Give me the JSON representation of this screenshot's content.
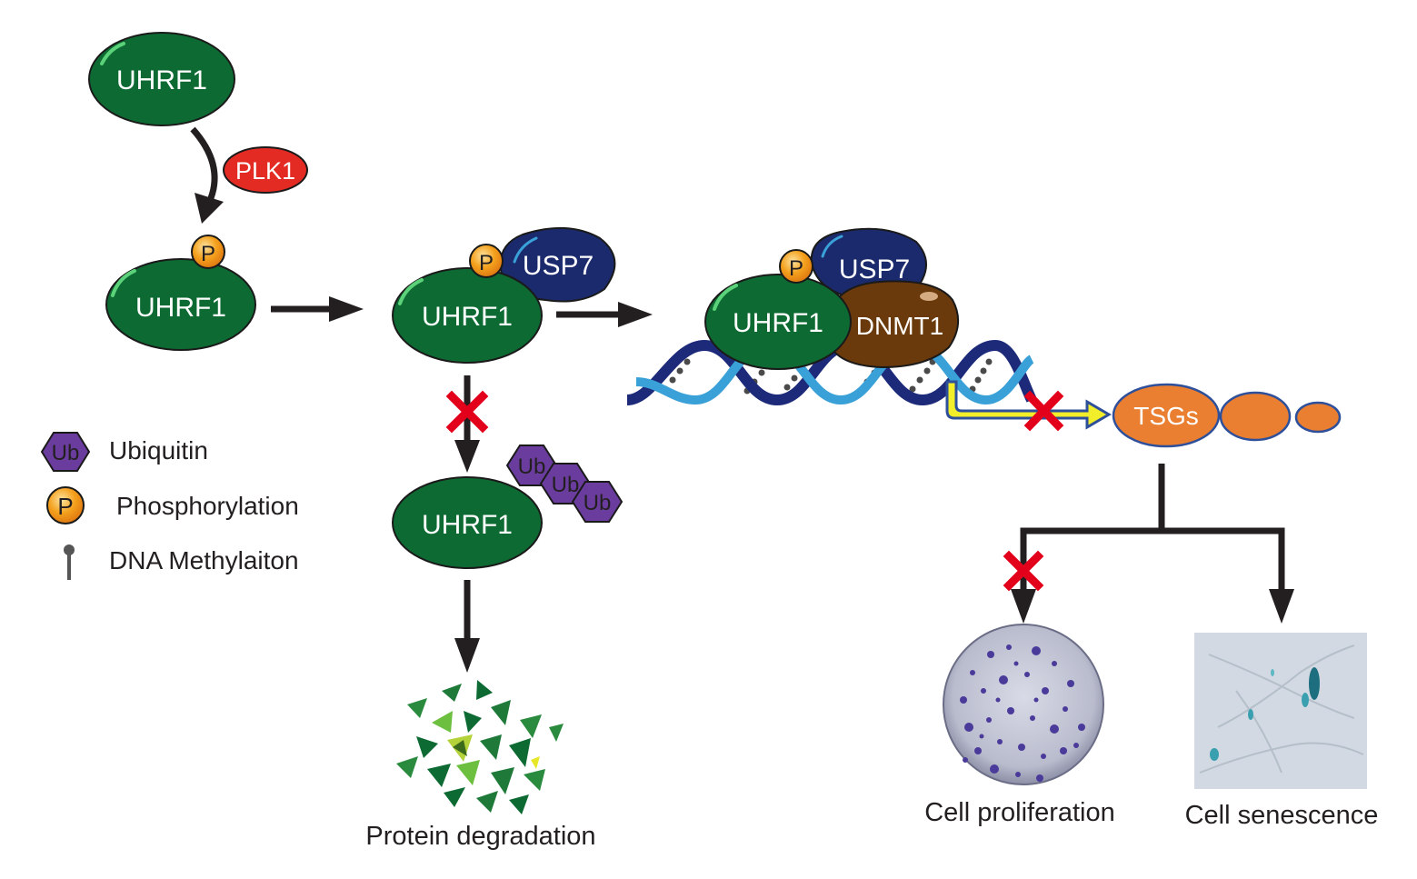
{
  "colors": {
    "uhrf1": "#0d6a32",
    "plk1": "#e32b24",
    "usp7": "#1a2a6c",
    "dnmt1": "#6b3a0c",
    "phospho": "#f4a11d",
    "ubiquitin": "#6a3c9e",
    "tsgs": "#ea7f32",
    "arrow": "#231f20",
    "cross": "#e3001b",
    "dna_dark": "#1d2a7a",
    "dna_light": "#3aa0d8"
  },
  "proteins": {
    "uhrf1": "UHRF1",
    "plk1": "PLK1",
    "usp7": "USP7",
    "dnmt1": "DNMT1",
    "p": "P",
    "ub": "Ub",
    "tsgs": "TSGs"
  },
  "legend": {
    "ubiquitin": "Ubiquitin",
    "phosphorylation": "Phosphorylation",
    "methylation": "DNA Methylaiton"
  },
  "outcomes": {
    "degradation": "Protein degradation",
    "proliferation": "Cell proliferation",
    "senescence": "Cell senescence"
  }
}
